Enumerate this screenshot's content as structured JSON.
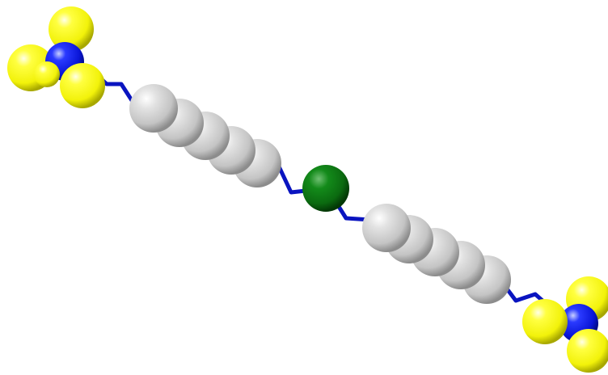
{
  "scene": {
    "description_kind": "3D molecular ball-and-stick render",
    "background_color": "#ffffff",
    "colors": {
      "blue_atom": "#0a16d8",
      "yellow_atom": "#f2f20a",
      "gray_bead": "#c4c4c4",
      "green_atom": "#0b6a10",
      "bond": "#0a14c0"
    },
    "components": [
      {
        "name": "left-nitrogen-cluster",
        "atom_colors": [
          "blue",
          "yellow",
          "yellow",
          "yellow",
          "yellow"
        ]
      },
      {
        "name": "left-gray-chain",
        "bead_count": 5
      },
      {
        "name": "center-green-atom"
      },
      {
        "name": "right-gray-chain",
        "bead_count": 5
      },
      {
        "name": "right-nitrogen-cluster",
        "atom_colors": [
          "blue",
          "yellow",
          "yellow",
          "yellow"
        ]
      }
    ]
  }
}
